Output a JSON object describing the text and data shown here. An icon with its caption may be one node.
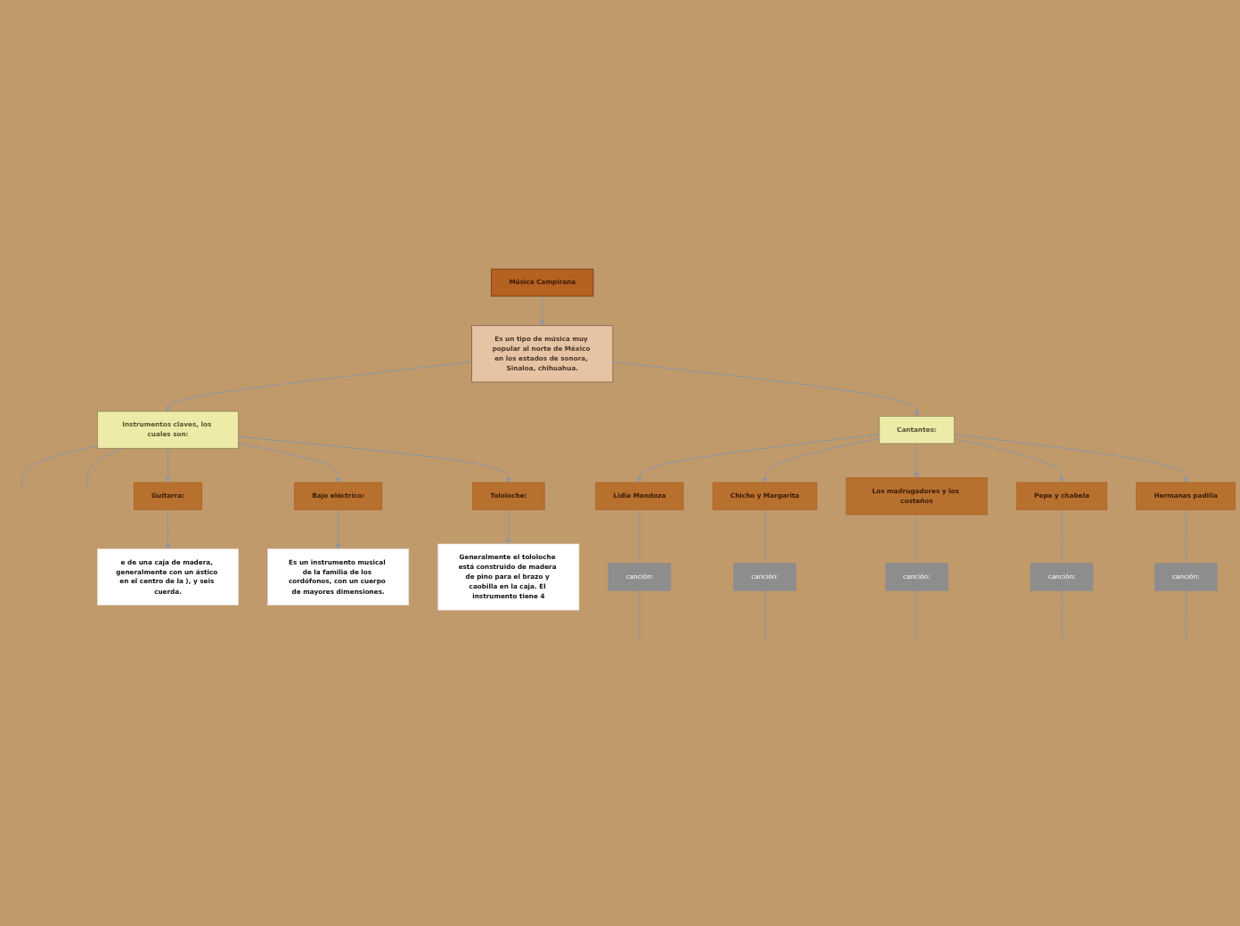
{
  "diagram": {
    "nodes": [
      {
        "text": [
          "Música Campirana"
        ]
      },
      {
        "text": [
          "Es un tipo de música muy popular al norte de México en los estados de sonora, Sinaloa, chihuahua."
        ]
      },
      {
        "text": [
          "Instrumentos claves, los cuales son:"
        ]
      },
      {
        "text": [
          "Guitarra:"
        ]
      },
      {
        "text": [
          "Bajo eléctrico:"
        ]
      },
      {
        "text": [
          "Tololoche:"
        ]
      },
      {
        "text": [
          "e de una caja de madera, generalmente con un ástico en el centro de la ), y seis cuerda."
        ]
      },
      {
        "text": [
          "Es un instrumento musical de la familia de los cordófonos, con un cuerpo de mayores dimensiones."
        ]
      },
      {
        "text": [
          "Generalmente el tololoche está construido de madera de pino para el brazo y caobilla en la caja. El instrumento tiene 4"
        ]
      },
      {
        "text": [
          "Cantantes:"
        ]
      },
      {
        "text": [
          "Lidia Mendoza"
        ]
      },
      {
        "text": [
          "Chicho y Margarita"
        ]
      },
      {
        "text": [
          "Los madrugadores y los costeños"
        ]
      },
      {
        "text": [
          "Pepe y chabela"
        ]
      },
      {
        "text": [
          "Hermanas padilla"
        ]
      },
      {
        "text": [
          "canción:"
        ]
      },
      {
        "text": [
          "canción:"
        ]
      },
      {
        "text": [
          "canción:"
        ]
      },
      {
        "text": [
          "canción:"
        ]
      },
      {
        "text": [
          "canción:"
        ]
      }
    ],
    "edges": [
      {
        "from": 0,
        "to": 1,
        "arrow": "to"
      },
      {
        "from": 1,
        "to": 2,
        "arrow": "to"
      },
      {
        "from": 1,
        "to": 9,
        "arrow": "to"
      },
      {
        "from": 2,
        "to": null,
        "arrow": "none"
      },
      {
        "from": 2,
        "to": null,
        "arrow": "none"
      },
      {
        "from": 2,
        "to": 3,
        "arrow": "to"
      },
      {
        "from": 2,
        "to": 4,
        "arrow": "to"
      },
      {
        "from": 2,
        "to": 5,
        "arrow": "to"
      },
      {
        "from": 3,
        "to": 6,
        "arrow": "to"
      },
      {
        "from": 4,
        "to": 7,
        "arrow": "to"
      },
      {
        "from": 5,
        "to": 8,
        "arrow": "to"
      },
      {
        "from": 9,
        "to": 10,
        "arrow": "to"
      },
      {
        "from": 9,
        "to": 11,
        "arrow": "to"
      },
      {
        "from": 9,
        "to": 12,
        "arrow": "to"
      },
      {
        "from": 9,
        "to": 13,
        "arrow": "to"
      },
      {
        "from": 9,
        "to": 14,
        "arrow": "to"
      },
      {
        "from": 10,
        "to": 15,
        "arrow": "none"
      },
      {
        "from": 11,
        "to": 16,
        "arrow": "none"
      },
      {
        "from": 12,
        "to": 17,
        "arrow": "none"
      },
      {
        "from": 13,
        "to": 18,
        "arrow": "none"
      },
      {
        "from": 14,
        "to": 19,
        "arrow": "none"
      },
      {
        "from": 15,
        "to": null,
        "arrow": "none"
      },
      {
        "from": 16,
        "to": null,
        "arrow": "none"
      },
      {
        "from": 17,
        "to": null,
        "arrow": "none"
      },
      {
        "from": 18,
        "to": null,
        "arrow": "none"
      },
      {
        "from": 19,
        "to": null,
        "arrow": "none"
      }
    ]
  }
}
